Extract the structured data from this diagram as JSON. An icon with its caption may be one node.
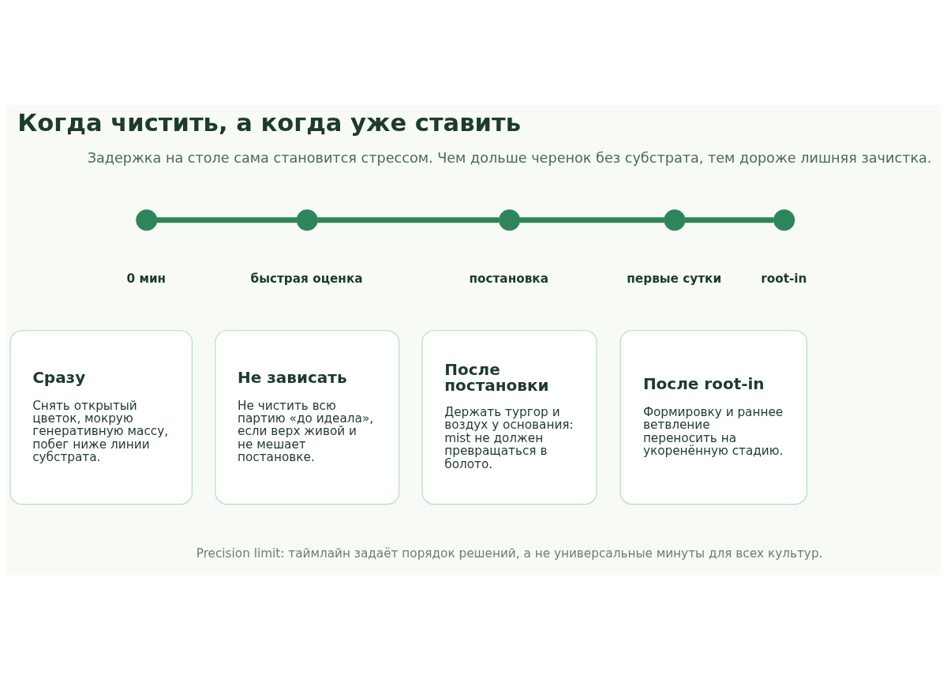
{
  "diagram": {
    "title": "Когда чистить, а когда уже ставить",
    "nodes": [
      {
        "text": [],
        "shape": "circle",
        "beside": [
          "0 мин"
        ]
      },
      {
        "text": [],
        "shape": "circle",
        "beside": [
          "быстрая оценка"
        ]
      },
      {
        "text": [],
        "shape": "circle",
        "beside": [
          "постановка"
        ]
      },
      {
        "text": [],
        "shape": "circle",
        "beside": [
          "первые сутки"
        ]
      },
      {
        "text": [],
        "shape": "circle",
        "beside": [
          "root-in"
        ]
      },
      {
        "text": [
          "Сразу",
          "Снять открытый цветок, мокрую генеративную массу, побег ниже линии субстрата."
        ]
      },
      {
        "text": [
          "Не зависать",
          "Не чистить всю партию «до идеала», если верх живой и не мешает постановке."
        ]
      },
      {
        "text": [
          "После постановки",
          "Держать тургор и воздух у основания: mist не должен превращаться в болото."
        ]
      },
      {
        "text": [
          "После root-in",
          "Формировку и раннее ветвление переносить на укоренённую стадию."
        ]
      }
    ],
    "edges": [
      {
        "from": 0,
        "to": 1,
        "arrow": "none"
      },
      {
        "from": 1,
        "to": 2,
        "arrow": "none"
      },
      {
        "from": 2,
        "to": 3,
        "arrow": "none"
      },
      {
        "from": 3,
        "to": 4,
        "arrow": "none"
      }
    ],
    "labels": [
      "Задержка на столе сама становится стрессом. Чем дольше черенок без субстрата, тем дороже лишняя зачистка.",
      "Precision limit: таймлайн задаёт порядок решений, а не универсальные минуты для всех культур."
    ]
  }
}
